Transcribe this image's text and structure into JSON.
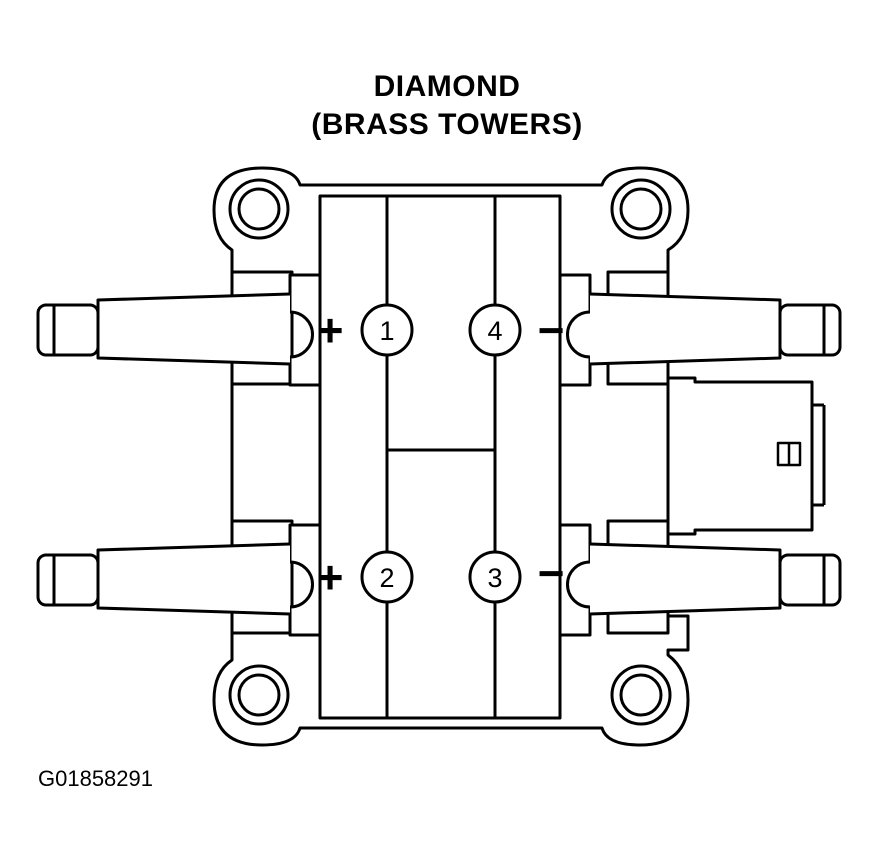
{
  "title_line1": "DIAMOND",
  "title_line2": "(BRASS TOWERS)",
  "figure_id": "G01858291",
  "terminals": [
    {
      "number": "1",
      "polarity": "+"
    },
    {
      "number": "2",
      "polarity": "+"
    },
    {
      "number": "3",
      "polarity": "−"
    },
    {
      "number": "4",
      "polarity": "−"
    }
  ],
  "colors": {
    "line": "#000000",
    "background": "#ffffff"
  }
}
